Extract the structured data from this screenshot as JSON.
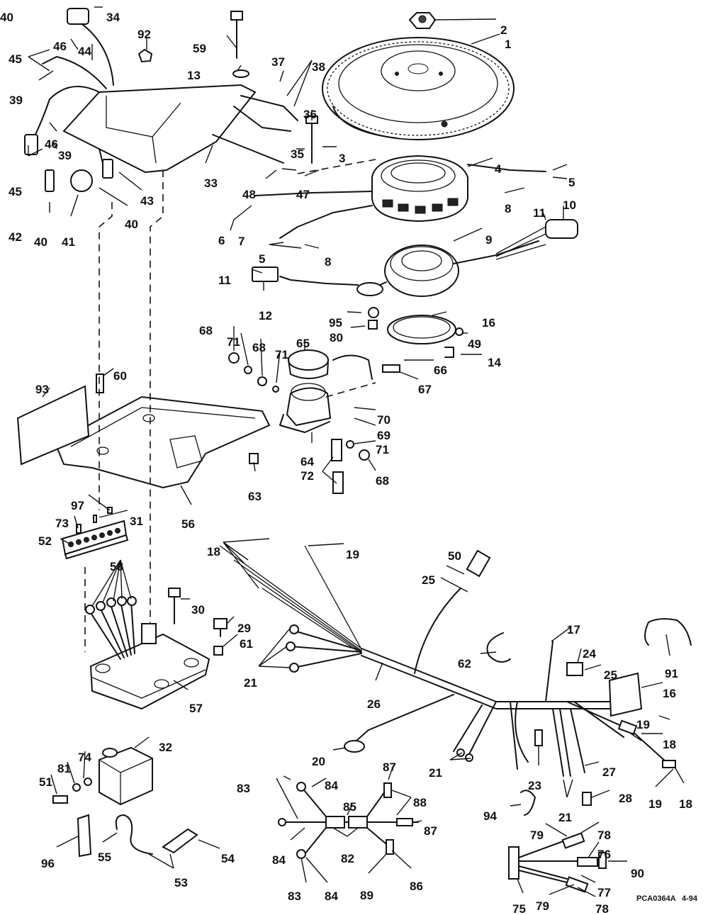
{
  "diagram": {
    "ref_code": "PCA0364A",
    "date_code": "4-94"
  },
  "callouts": [
    {
      "id": "c1",
      "text": "1"
    },
    {
      "id": "c2",
      "text": "2"
    },
    {
      "id": "c3",
      "text": "3"
    },
    {
      "id": "c4",
      "text": "4"
    },
    {
      "id": "c5a",
      "text": "5"
    },
    {
      "id": "c5b",
      "text": "5"
    },
    {
      "id": "c6",
      "text": "6"
    },
    {
      "id": "c7",
      "text": "7"
    },
    {
      "id": "c8a",
      "text": "8"
    },
    {
      "id": "c8b",
      "text": "8"
    },
    {
      "id": "c9",
      "text": "9"
    },
    {
      "id": "c10",
      "text": "10"
    },
    {
      "id": "c11a",
      "text": "11"
    },
    {
      "id": "c11b",
      "text": "11"
    },
    {
      "id": "c12",
      "text": "12"
    },
    {
      "id": "c13",
      "text": "13"
    },
    {
      "id": "c14",
      "text": "14"
    },
    {
      "id": "c16a",
      "text": "16"
    },
    {
      "id": "c16b",
      "text": "16"
    },
    {
      "id": "c17",
      "text": "17"
    },
    {
      "id": "c18a",
      "text": "18"
    },
    {
      "id": "c18b",
      "text": "18"
    },
    {
      "id": "c18c",
      "text": "18"
    },
    {
      "id": "c19a",
      "text": "19"
    },
    {
      "id": "c19b",
      "text": "19"
    },
    {
      "id": "c19c",
      "text": "19"
    },
    {
      "id": "c20",
      "text": "20"
    },
    {
      "id": "c21a",
      "text": "21"
    },
    {
      "id": "c21b",
      "text": "21"
    },
    {
      "id": "c21c",
      "text": "21"
    },
    {
      "id": "c23",
      "text": "23"
    },
    {
      "id": "c24",
      "text": "24"
    },
    {
      "id": "c25a",
      "text": "25"
    },
    {
      "id": "c25b",
      "text": "25"
    },
    {
      "id": "c26",
      "text": "26"
    },
    {
      "id": "c27",
      "text": "27"
    },
    {
      "id": "c28",
      "text": "28"
    },
    {
      "id": "c29",
      "text": "29"
    },
    {
      "id": "c30",
      "text": "30"
    },
    {
      "id": "c31",
      "text": "31"
    },
    {
      "id": "c32",
      "text": "32"
    },
    {
      "id": "c33",
      "text": "33"
    },
    {
      "id": "c34",
      "text": "34"
    },
    {
      "id": "c35",
      "text": "35"
    },
    {
      "id": "c36",
      "text": "36"
    },
    {
      "id": "c37",
      "text": "37"
    },
    {
      "id": "c38",
      "text": "38"
    },
    {
      "id": "c39a",
      "text": "39"
    },
    {
      "id": "c39b",
      "text": "39"
    },
    {
      "id": "c40a",
      "text": "40"
    },
    {
      "id": "c40b",
      "text": "40"
    },
    {
      "id": "c40c",
      "text": "40"
    },
    {
      "id": "c41",
      "text": "41"
    },
    {
      "id": "c42",
      "text": "42"
    },
    {
      "id": "c43",
      "text": "43"
    },
    {
      "id": "c44",
      "text": "44"
    },
    {
      "id": "c45a",
      "text": "45"
    },
    {
      "id": "c45b",
      "text": "45"
    },
    {
      "id": "c46a",
      "text": "46"
    },
    {
      "id": "c46b",
      "text": "46"
    },
    {
      "id": "c47",
      "text": "47"
    },
    {
      "id": "c48",
      "text": "48"
    },
    {
      "id": "c49",
      "text": "49"
    },
    {
      "id": "c50",
      "text": "50"
    },
    {
      "id": "c51",
      "text": "51"
    },
    {
      "id": "c52",
      "text": "52"
    },
    {
      "id": "c53",
      "text": "53"
    },
    {
      "id": "c54",
      "text": "54"
    },
    {
      "id": "c55",
      "text": "55"
    },
    {
      "id": "c56",
      "text": "56"
    },
    {
      "id": "c57",
      "text": "57"
    },
    {
      "id": "c58",
      "text": "58"
    },
    {
      "id": "c59",
      "text": "59"
    },
    {
      "id": "c60",
      "text": "60"
    },
    {
      "id": "c61",
      "text": "61"
    },
    {
      "id": "c62",
      "text": "62"
    },
    {
      "id": "c63",
      "text": "63"
    },
    {
      "id": "c64",
      "text": "64"
    },
    {
      "id": "c65",
      "text": "65"
    },
    {
      "id": "c66",
      "text": "66"
    },
    {
      "id": "c67",
      "text": "67"
    },
    {
      "id": "c68a",
      "text": "68"
    },
    {
      "id": "c68b",
      "text": "68"
    },
    {
      "id": "c68c",
      "text": "68"
    },
    {
      "id": "c69",
      "text": "69"
    },
    {
      "id": "c70",
      "text": "70"
    },
    {
      "id": "c71a",
      "text": "71"
    },
    {
      "id": "c71b",
      "text": "71"
    },
    {
      "id": "c71c",
      "text": "71"
    },
    {
      "id": "c72",
      "text": "72"
    },
    {
      "id": "c73",
      "text": "73"
    },
    {
      "id": "c74",
      "text": "74"
    },
    {
      "id": "c75",
      "text": "75"
    },
    {
      "id": "c76",
      "text": "76"
    },
    {
      "id": "c77",
      "text": "77"
    },
    {
      "id": "c78a",
      "text": "78"
    },
    {
      "id": "c78b",
      "text": "78"
    },
    {
      "id": "c79a",
      "text": "79"
    },
    {
      "id": "c79b",
      "text": "79"
    },
    {
      "id": "c80",
      "text": "80"
    },
    {
      "id": "c81",
      "text": "81"
    },
    {
      "id": "c82",
      "text": "82"
    },
    {
      "id": "c83a",
      "text": "83"
    },
    {
      "id": "c83b",
      "text": "83"
    },
    {
      "id": "c84a",
      "text": "84"
    },
    {
      "id": "c84b",
      "text": "84"
    },
    {
      "id": "c84c",
      "text": "84"
    },
    {
      "id": "c85",
      "text": "85"
    },
    {
      "id": "c86",
      "text": "86"
    },
    {
      "id": "c87a",
      "text": "87"
    },
    {
      "id": "c87b",
      "text": "87"
    },
    {
      "id": "c88",
      "text": "88"
    },
    {
      "id": "c89",
      "text": "89"
    },
    {
      "id": "c90",
      "text": "90"
    },
    {
      "id": "c91",
      "text": "91"
    },
    {
      "id": "c92",
      "text": "92"
    },
    {
      "id": "c93",
      "text": "93"
    },
    {
      "id": "c94",
      "text": "94"
    },
    {
      "id": "c95",
      "text": "95"
    },
    {
      "id": "c96",
      "text": "96"
    },
    {
      "id": "c97",
      "text": "97"
    }
  ]
}
